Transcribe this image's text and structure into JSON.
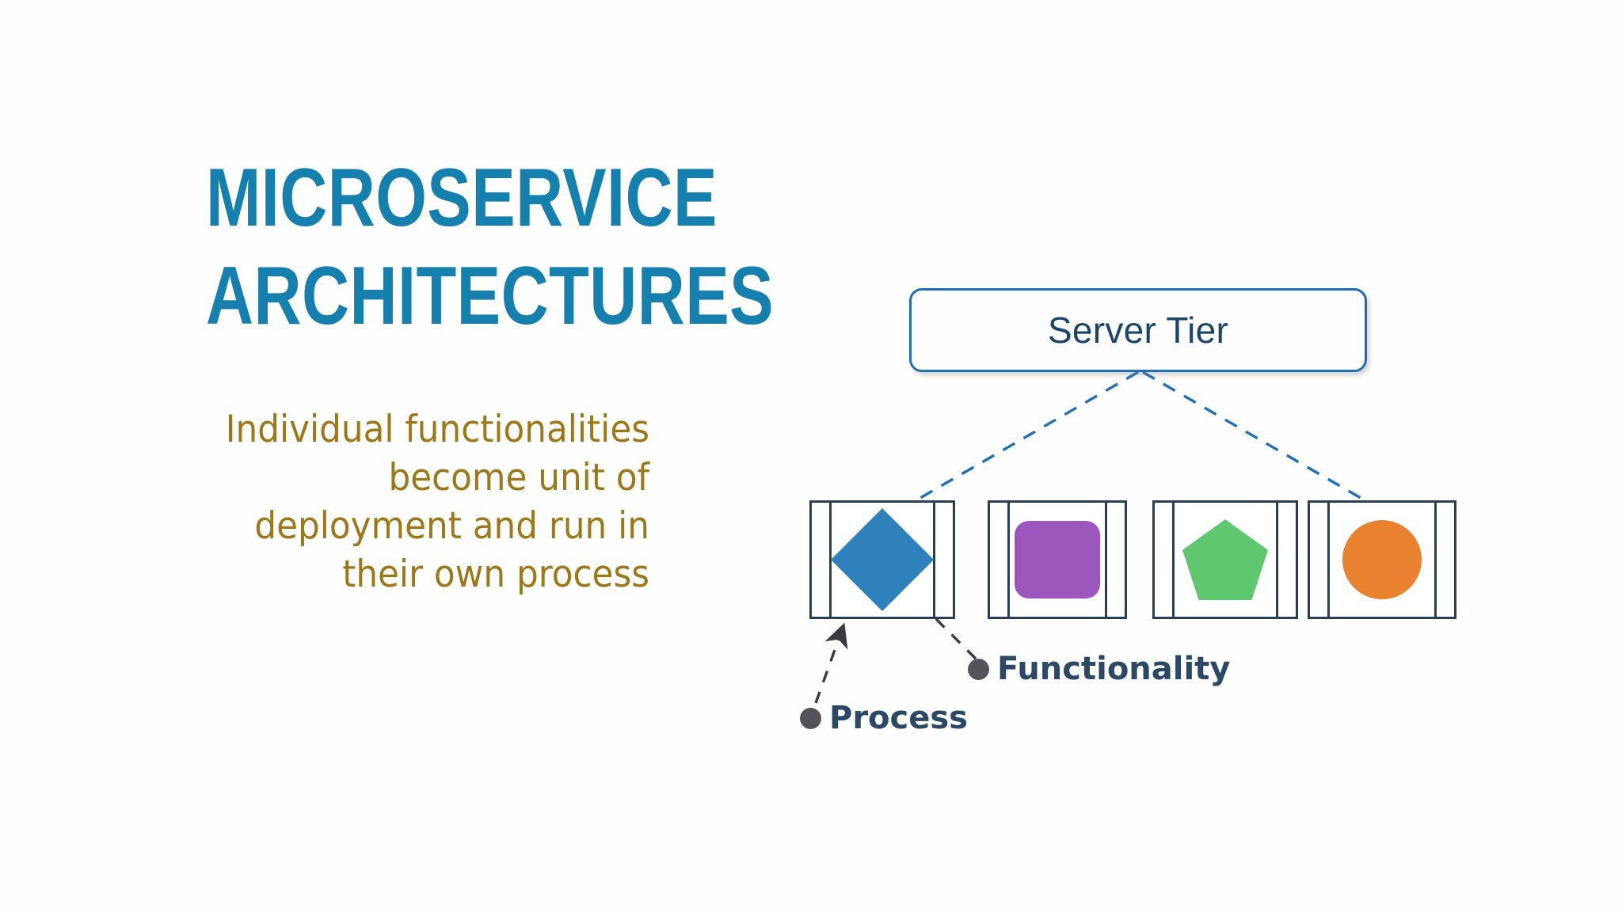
{
  "slide": {
    "background_color": "#fefefe",
    "title_color": "#1580AE",
    "subtitle_color": "#9C7818",
    "diagram_line_color": "#2B3D55",
    "connector_color": "#1F6FB4"
  },
  "heading": {
    "line1": "Microservice",
    "line2": "Architectures"
  },
  "subtitle": {
    "line1": "Individual functionalities",
    "line2": "become unit of",
    "line3": "deployment and run in",
    "line4": "their own process"
  },
  "diagram": {
    "server_tier": {
      "label": "Server Tier",
      "border_color": "#1F6FB4",
      "text_color": "#1B4667"
    },
    "processes": [
      {
        "id": "proc-1",
        "shape": "diamond",
        "shape_name": "diamond-shape",
        "color": "#2F81BC"
      },
      {
        "id": "proc-2",
        "shape": "rounded-square",
        "shape_name": "rounded-square-shape",
        "color": "#9B57BC"
      },
      {
        "id": "proc-3",
        "shape": "pentagon",
        "shape_name": "pentagon-shape",
        "color": "#5FC76F"
      },
      {
        "id": "proc-4",
        "shape": "circle",
        "shape_name": "circle-shape",
        "color": "#E8822E"
      }
    ],
    "callouts": [
      {
        "id": "process",
        "label": "Process",
        "bullet_color": "#555359",
        "text_color": "#2B4865"
      },
      {
        "id": "functionality",
        "label": "Functionality",
        "bullet_color": "#555359",
        "text_color": "#2B4865"
      }
    ]
  }
}
